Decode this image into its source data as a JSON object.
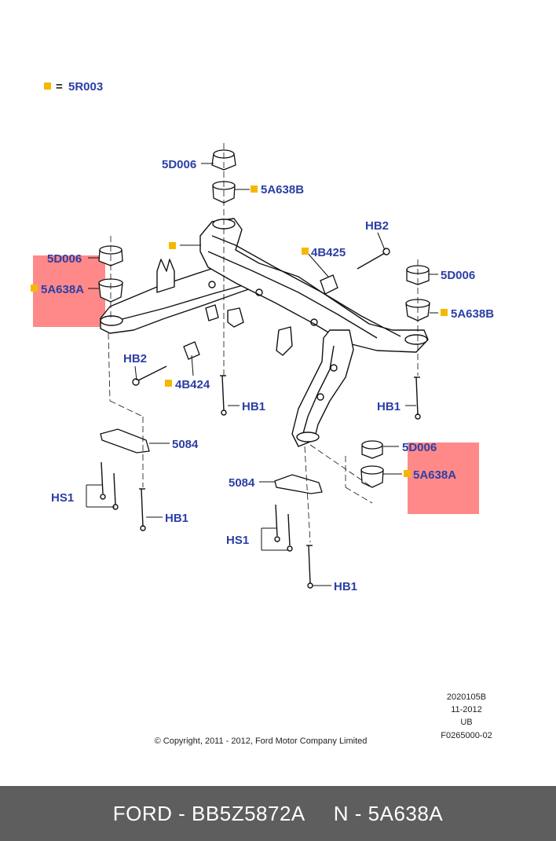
{
  "legend": {
    "symbol_label": "=",
    "code": "5R003",
    "marker_color": "#f5b800"
  },
  "labels": {
    "d006_top": "5D006",
    "a638b_top": "5A638B",
    "hb2_top": "HB2",
    "b425": "4B425",
    "d006_left": "5D006",
    "a638a_left": "5A638A",
    "d006_right": "5D006",
    "a638b_right": "5A638B",
    "hb2_left": "HB2",
    "b424": "4B424",
    "hb1_center": "HB1",
    "hb1_right": "HB1",
    "n5084_left": "5084",
    "hs1_left": "HS1",
    "hb1_left": "HB1",
    "d006_lower": "5D006",
    "a638a_lower": "5A638A",
    "n5084_center": "5084",
    "hs1_center": "HS1",
    "hb1_bottom": "HB1"
  },
  "doc_info": {
    "line1": "2020105B",
    "line2": "11-2012",
    "line3": "UB",
    "line4": "F0265000-02",
    "copyright": "© Copyright, 2011 - 2012, Ford Motor Company Limited"
  },
  "highlight_color": "#ff6b6b",
  "label_color": "#2b3fa6",
  "footer": {
    "left": "FORD - BB5Z5872A",
    "right": "N - 5A638A"
  }
}
